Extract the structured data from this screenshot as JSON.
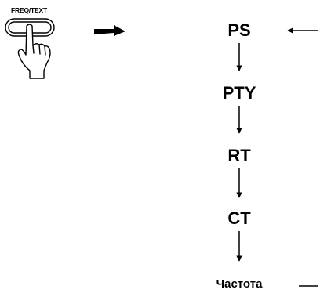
{
  "button": {
    "label": "FREQ/TEXT"
  },
  "sequence": [
    "PS",
    "PTY",
    "RT",
    "CT",
    "Частота"
  ],
  "colors": {
    "ink": "#000000",
    "background": "#ffffff"
  },
  "icons": {
    "hand": "hand-press-icon",
    "next": "arrow-right-icon",
    "step": "arrow-down-icon",
    "loop": "loop-return-icon"
  }
}
